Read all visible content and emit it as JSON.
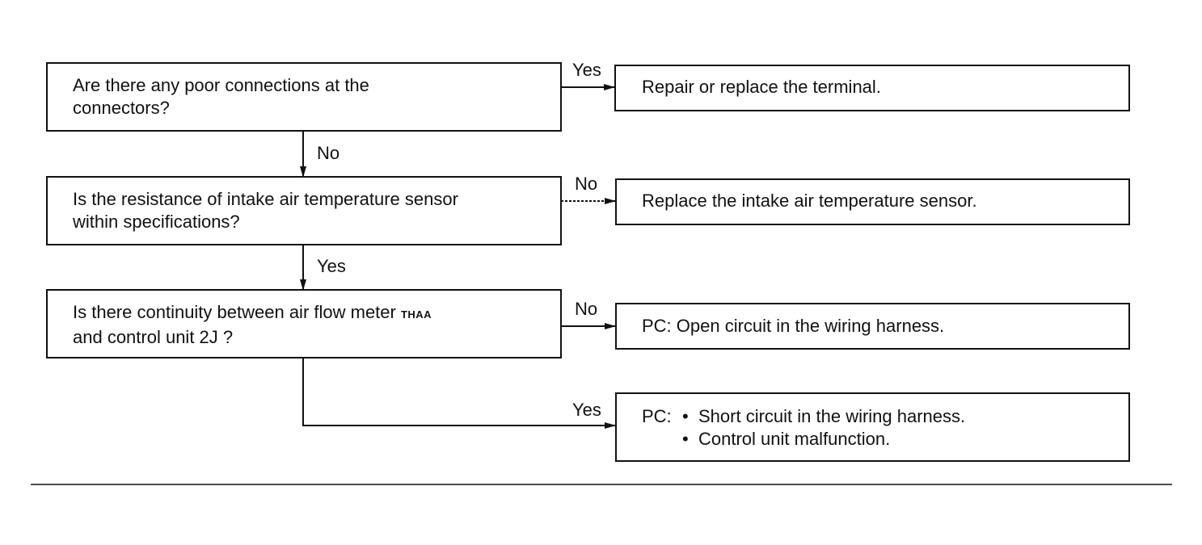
{
  "questions": [
    {
      "line1": "Are there any poor connections at the",
      "line2": "connectors?"
    },
    {
      "line1": "Is the resistance of intake air temperature sensor",
      "line2": "within specifications?"
    },
    {
      "line1_prefix": "Is there continuity between air flow meter ",
      "line1_code": "THAA",
      "line2": "and control unit 2J ?"
    }
  ],
  "results": [
    {
      "text": "Repair or replace the terminal."
    },
    {
      "text": "Replace the intake air temperature sensor."
    },
    {
      "text": "PC: Open circuit in the wiring harness."
    },
    {
      "prefix": "PC:",
      "bullet": "•",
      "item1": "Short circuit in the wiring harness.",
      "item2": "Control unit malfunction."
    }
  ],
  "labels": {
    "q1_right": "Yes",
    "q1_down": "No",
    "q2_right": "No",
    "q2_down": "Yes",
    "q3_right": "No",
    "q3_down": "Yes"
  }
}
